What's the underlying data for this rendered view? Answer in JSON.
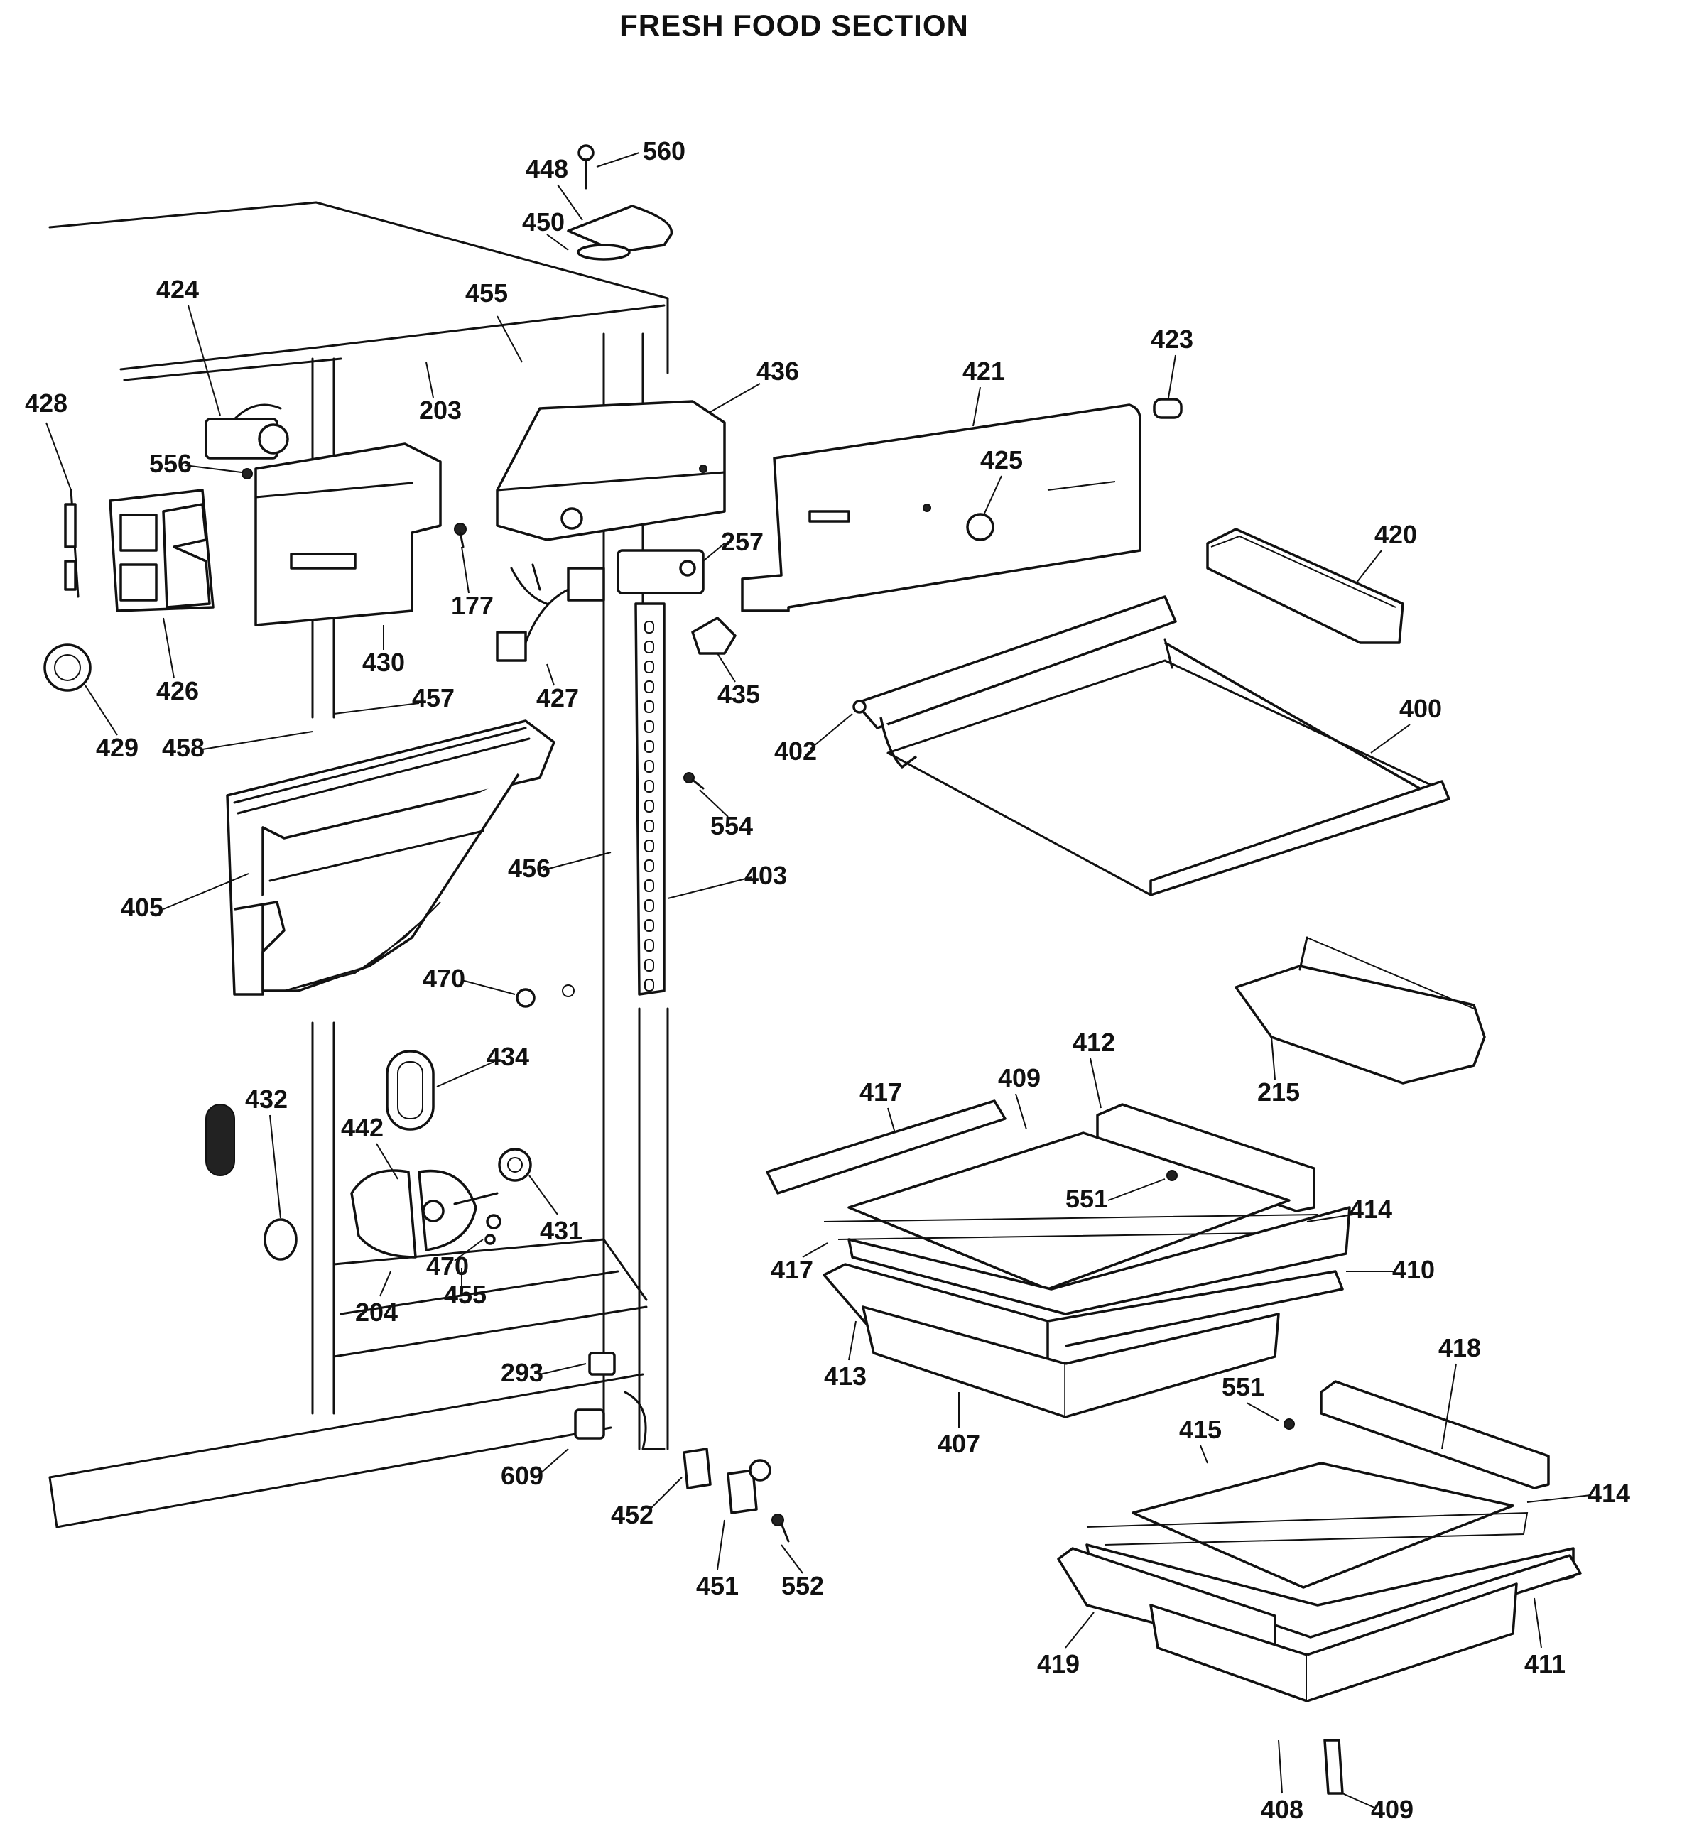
{
  "title": "FRESH FOOD SECTION",
  "labels": [
    "560",
    "448",
    "450",
    "424",
    "455",
    "203",
    "428",
    "556",
    "436",
    "421",
    "423",
    "425",
    "420",
    "177",
    "430",
    "426",
    "257",
    "427",
    "435",
    "429",
    "458",
    "457",
    "402",
    "400",
    "554",
    "405",
    "456",
    "403",
    "470",
    "215",
    "434",
    "432",
    "442",
    "417",
    "409",
    "412",
    "551",
    "414",
    "431",
    "470",
    "417",
    "410",
    "204",
    "455",
    "293",
    "413",
    "418",
    "551",
    "407",
    "415",
    "414",
    "609",
    "452",
    "451",
    "552",
    "419",
    "411",
    "408",
    "409"
  ]
}
